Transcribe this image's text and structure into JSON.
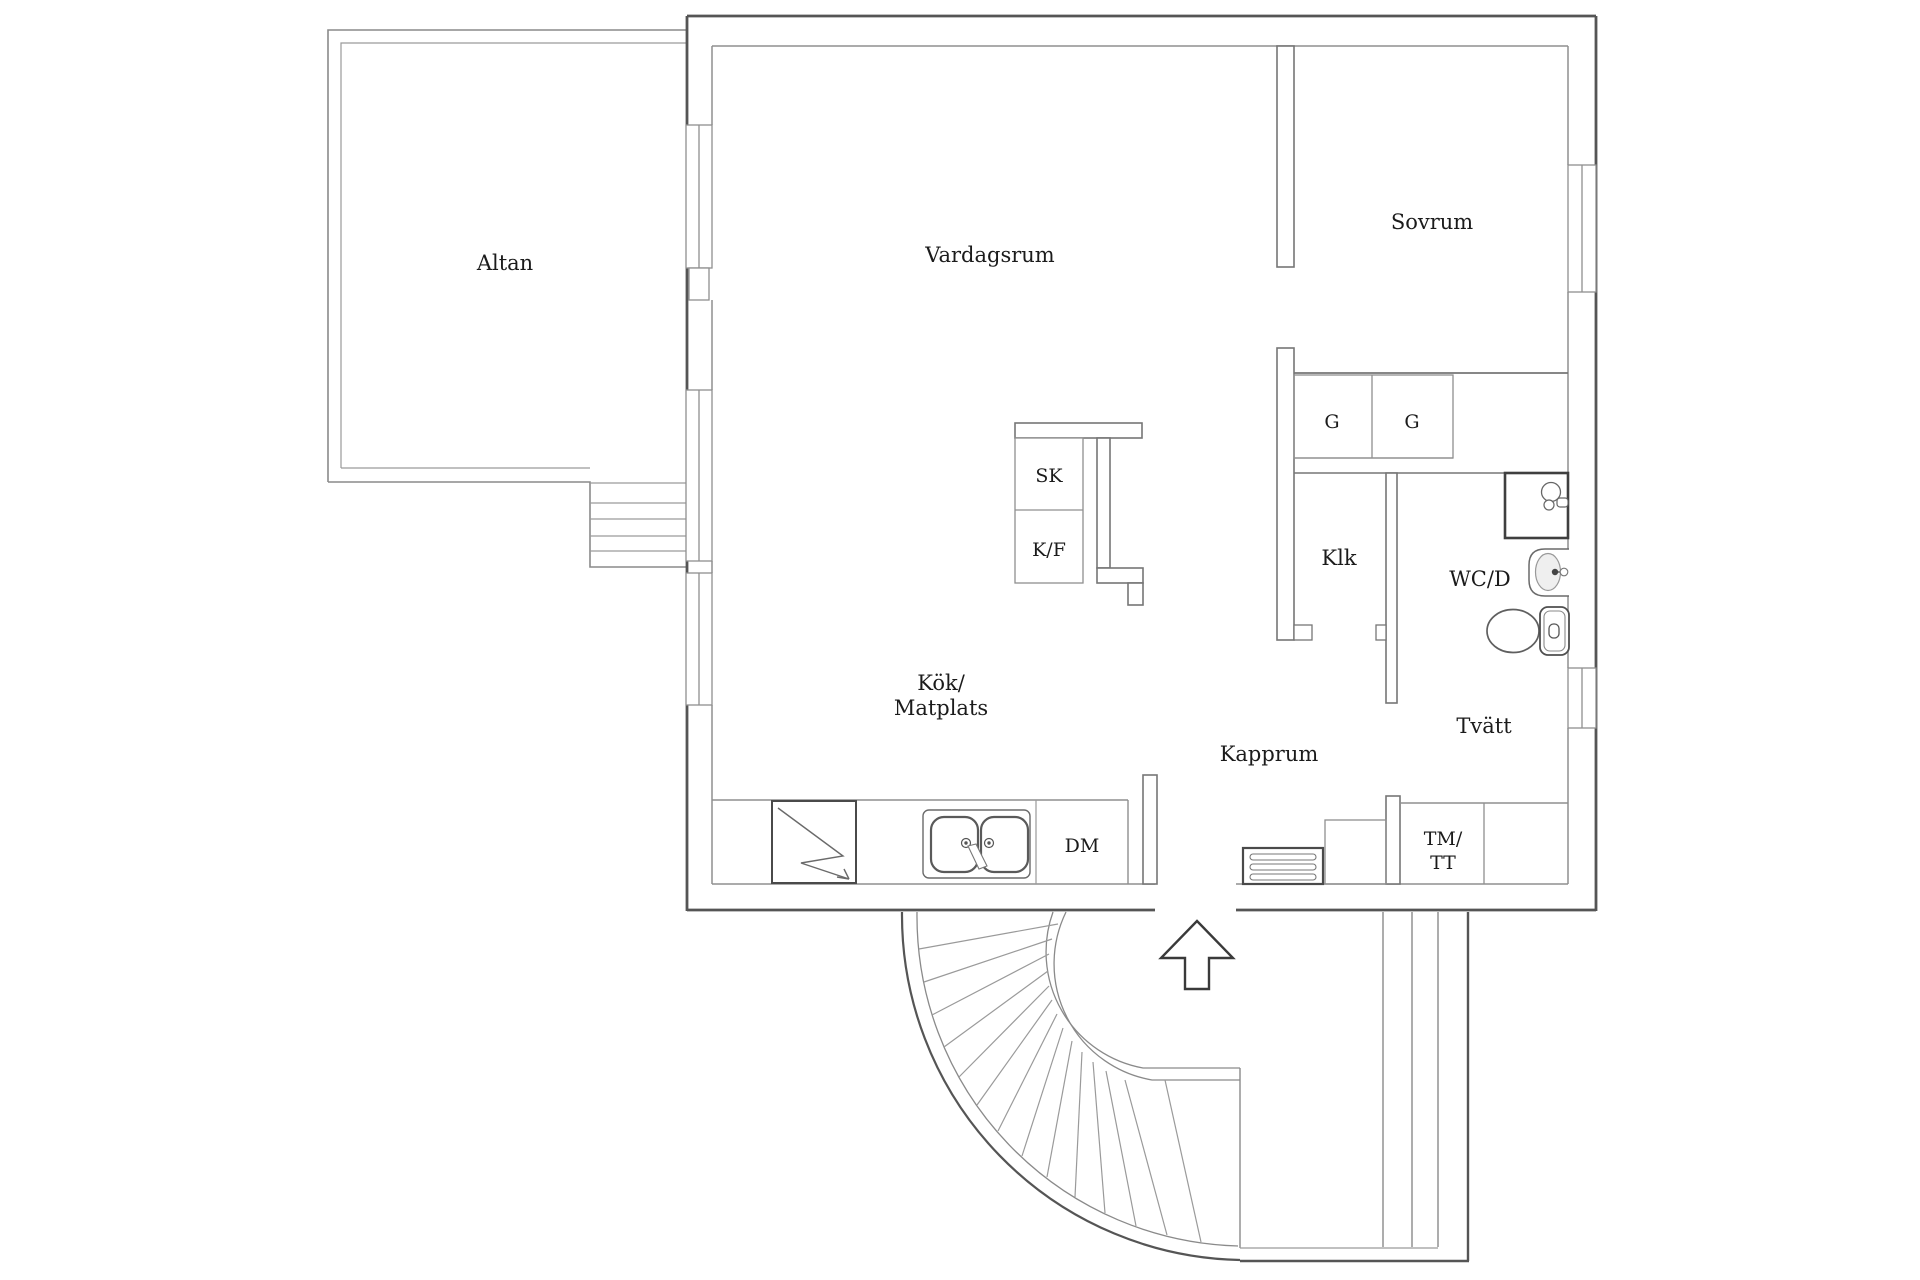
{
  "plan": {
    "type": "floor-plan",
    "rooms": {
      "altan": "Altan",
      "vardagsrum": "Vardagsrum",
      "sovrum": "Sovrum",
      "klk": "Klk",
      "wcd": "WC/D",
      "kok_line1": "Kök/",
      "kok_line2": "Matplats",
      "kapprum": "Kapprum",
      "tvatt": "Tvätt"
    },
    "fixtures": {
      "g1": "G",
      "g2": "G",
      "sk": "SK",
      "kf": "K/F",
      "dm": "DM",
      "tm_line1": "TM/",
      "tm_line2": "TT"
    },
    "colors": {
      "background": "#ffffff",
      "wall_dark": "#555555",
      "wall_medium": "#767676",
      "line_light": "#8f8f8f",
      "line_faint": "#9a9a9a",
      "text": "#1b1b1b"
    }
  }
}
